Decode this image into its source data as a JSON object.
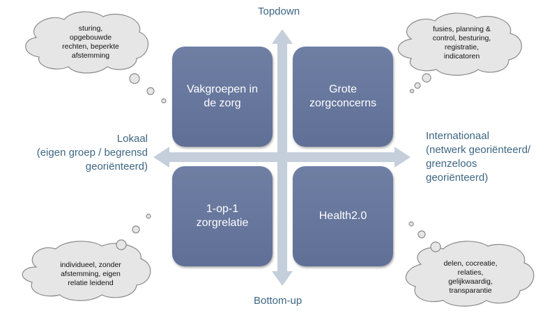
{
  "axes": {
    "top": "Topdown",
    "bottom": "Bottom-up",
    "left": "Lokaal\n(eigen groep /  begrensd\ngeoriënteerd)",
    "right": "Internationaal\n(netwerk georiënteerd/\ngrenzeloos\ngeoriënteerd)"
  },
  "quadrants": {
    "top_left": "Vakgroepen  in\nde zorg",
    "top_right": "Grote\nzorgconcerns",
    "bottom_left": "1-op-1\nzorgrelatie",
    "bottom_right": "Health2.0"
  },
  "clouds": {
    "top_left": "sturing,\nopgebouwde\nrechten, beperkte\nafstemming",
    "top_right": "fusies, planning &\ncontrol, besturing,\nregistratie,\nindicatoren",
    "bottom_left": "individueel, zonder\nafstemming, eigen\nrelatie leidend",
    "bottom_right": "delen, cocreatie,\nrelaties,\ngelijkwaardig,\ntransparantie"
  },
  "colors": {
    "quadrant_fill": "#6a7a9f",
    "arrow": "#c5cedb",
    "axis_text": "#3d6683",
    "cloud_fill": "#e6e6e6"
  }
}
